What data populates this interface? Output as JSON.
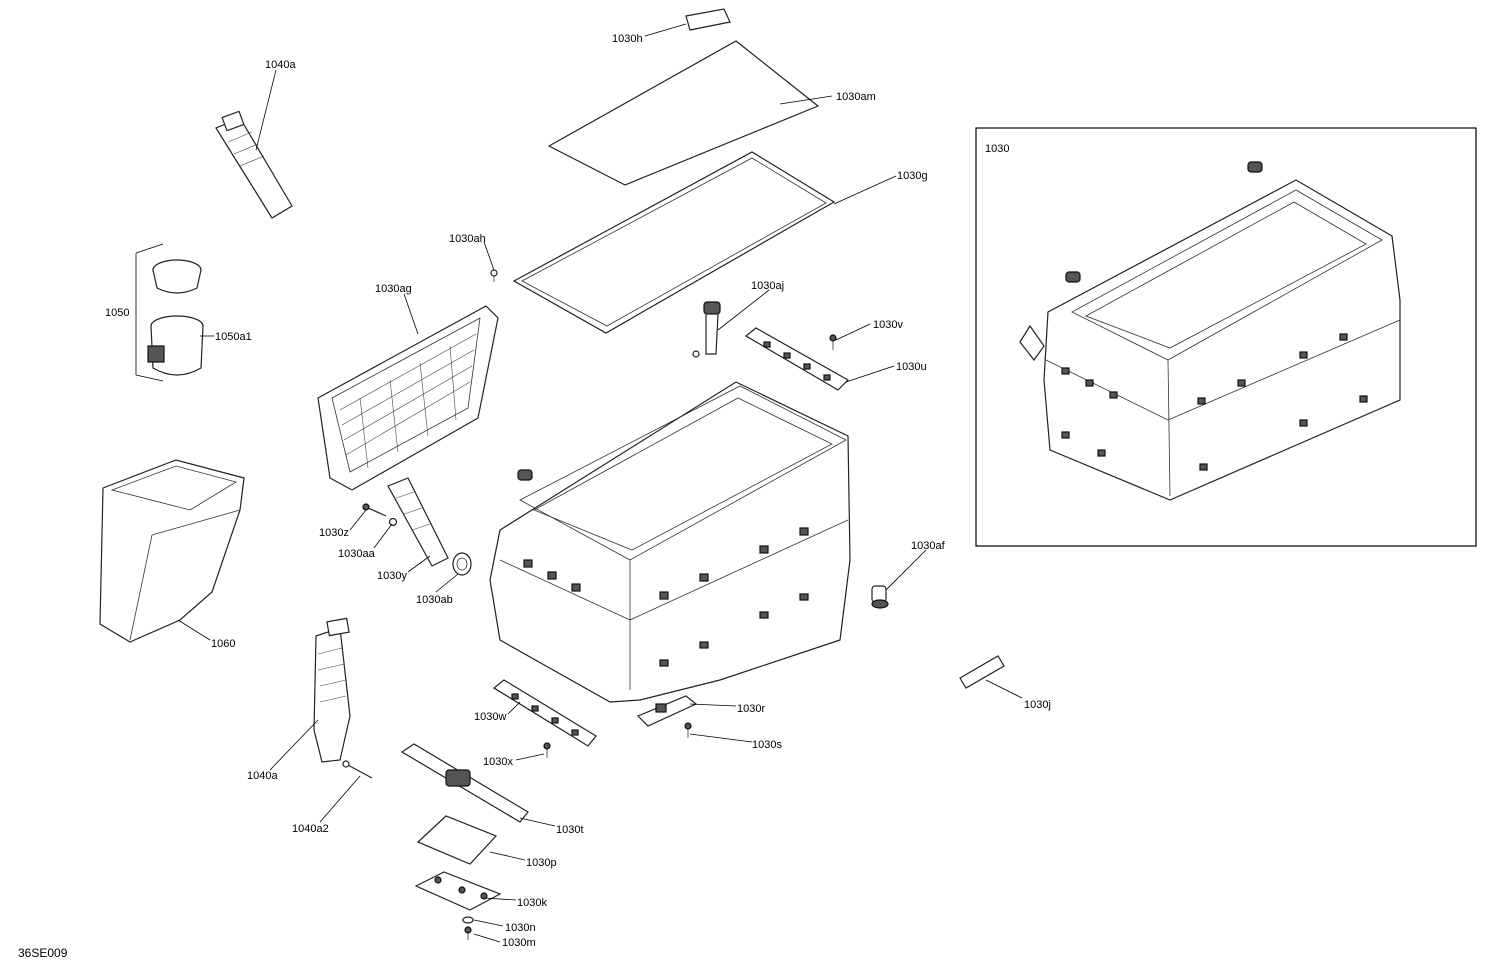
{
  "drawing_code": "36SE009",
  "inset": {
    "label": "1030"
  },
  "callouts": [
    {
      "id": "1030h",
      "label": "1030h"
    },
    {
      "id": "1030am",
      "label": "1030am"
    },
    {
      "id": "1030g",
      "label": "1030g"
    },
    {
      "id": "1040a-top",
      "label": "1040a"
    },
    {
      "id": "1030ah",
      "label": "1030ah"
    },
    {
      "id": "1030ag",
      "label": "1030ag"
    },
    {
      "id": "1030aj",
      "label": "1030aj"
    },
    {
      "id": "1030v",
      "label": "1030v"
    },
    {
      "id": "1030u",
      "label": "1030u"
    },
    {
      "id": "1050",
      "label": "1050"
    },
    {
      "id": "1050a1",
      "label": "1050a1"
    },
    {
      "id": "1030z",
      "label": "1030z"
    },
    {
      "id": "1030aa",
      "label": "1030aa"
    },
    {
      "id": "1030y",
      "label": "1030y"
    },
    {
      "id": "1030ab",
      "label": "1030ab"
    },
    {
      "id": "1030af",
      "label": "1030af"
    },
    {
      "id": "1060",
      "label": "1060"
    },
    {
      "id": "1030j",
      "label": "1030j"
    },
    {
      "id": "1030w",
      "label": "1030w"
    },
    {
      "id": "1030r",
      "label": "1030r"
    },
    {
      "id": "1030s",
      "label": "1030s"
    },
    {
      "id": "1030x",
      "label": "1030x"
    },
    {
      "id": "1040a-bottom",
      "label": "1040a"
    },
    {
      "id": "1040a2",
      "label": "1040a2"
    },
    {
      "id": "1030t",
      "label": "1030t"
    },
    {
      "id": "1030p",
      "label": "1030p"
    },
    {
      "id": "1030k",
      "label": "1030k"
    },
    {
      "id": "1030n",
      "label": "1030n"
    },
    {
      "id": "1030m",
      "label": "1030m"
    }
  ]
}
